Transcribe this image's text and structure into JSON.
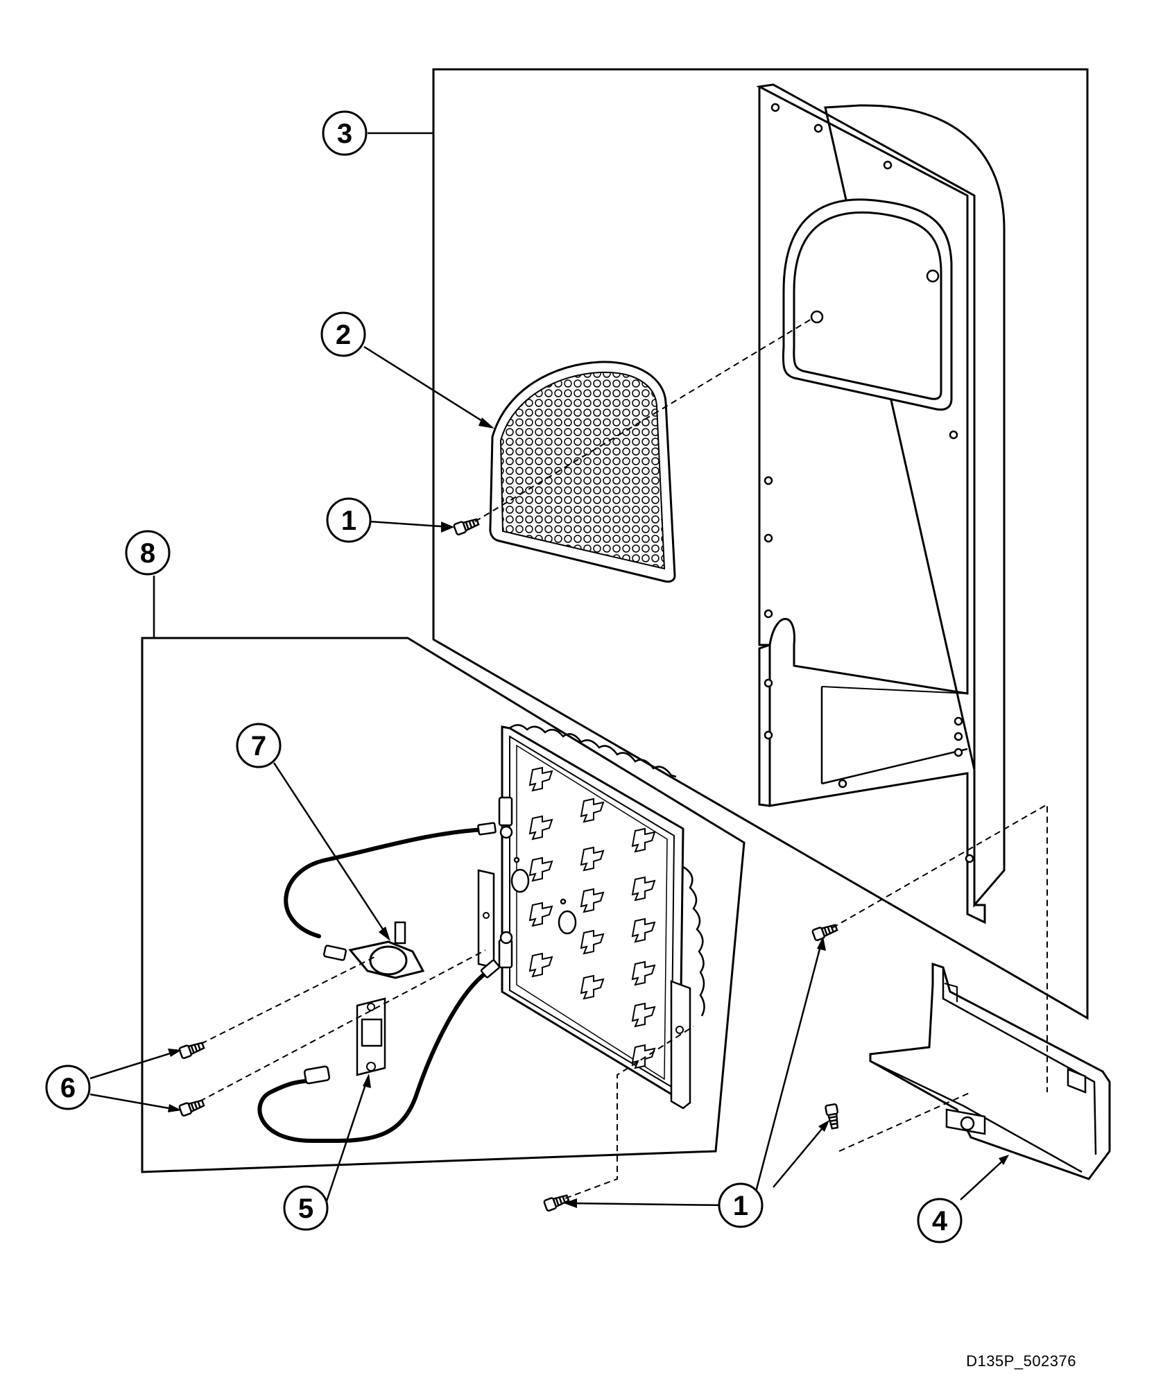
{
  "diagram": {
    "document_id": "D135P_502376",
    "colors": {
      "ink": "#000000",
      "panel_fill": "#ffffff",
      "part_fill": "#f2f2f2",
      "shadow_fill": "#d9d9d9"
    },
    "callouts": {
      "c1_top": "1",
      "c2": "2",
      "c3": "3",
      "c8": "8",
      "c7": "7",
      "c6": "6",
      "c5": "5",
      "c1_bottom": "1",
      "c4": "4"
    },
    "parts": [
      {
        "name": "screw-icon",
        "callout": "1"
      },
      {
        "name": "lint-screen-icon",
        "callout": "2"
      },
      {
        "name": "rear-panel-icon",
        "callout": "3"
      },
      {
        "name": "bracket-icon",
        "callout": "4"
      },
      {
        "name": "thermostat-icon",
        "callout": "5"
      },
      {
        "name": "screw-icon",
        "callout": "6"
      },
      {
        "name": "sensor-icon",
        "callout": "7"
      },
      {
        "name": "heater-assembly-icon",
        "callout": "8"
      }
    ]
  }
}
